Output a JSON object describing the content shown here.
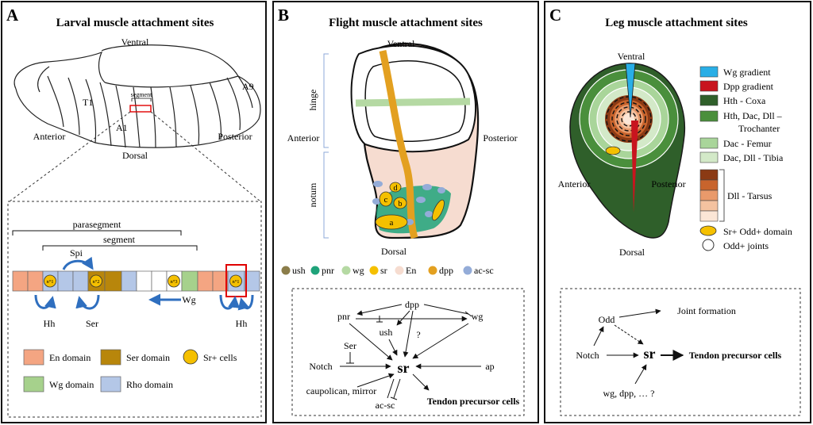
{
  "panelA": {
    "letter": "A",
    "title": "Larval muscle attachment sites",
    "ventral": "Ventral",
    "dorsal": "Dorsal",
    "anterior": "Anterior",
    "posterior": "Posterior",
    "t1": "T1",
    "a1": "A1",
    "a9": "A9",
    "segment_small": "segment",
    "parasegment": "parasegment",
    "segment": "segment",
    "spi": "Spi",
    "hh_left": "Hh",
    "ser": "Ser",
    "wg": "Wg",
    "hh_right": "Hh",
    "cells": [
      "n°1",
      "n°2",
      "n°3",
      "n°1"
    ],
    "legend": [
      "En domain",
      "Ser domain",
      "Sr+ cells",
      "Wg domain",
      "Rho domain"
    ],
    "colors": {
      "en": "#f4a582",
      "ser": "#b8860b",
      "wg": "#a6d18c",
      "rho": "#b4c7e7",
      "sr": "#f5c000",
      "arrow": "#2f6fbf",
      "highlight": "#e00000"
    }
  },
  "panelB": {
    "letter": "B",
    "title": "Flight muscle attachment sites",
    "ventral": "Ventral",
    "dorsal": "Dorsal",
    "anterior": "Anterior",
    "posterior": "Posterior",
    "hinge": "hinge",
    "notum": "notum",
    "sites": [
      "a",
      "b",
      "c",
      "d"
    ],
    "legend": [
      "ush",
      "pnr",
      "wg",
      "sr",
      "En",
      "dpp",
      "ac-sc"
    ],
    "legend_colors": [
      "#8b7d4a",
      "#1fa37a",
      "#b5d9a3",
      "#f5c000",
      "#f6dcd0",
      "#e3a020",
      "#94acd8"
    ],
    "network": {
      "pnr": "pnr",
      "dpp": "dpp",
      "wg": "wg",
      "ush": "ush",
      "question": "?",
      "ser": "Ser",
      "notch": "Notch",
      "sr": "sr",
      "ap": "ap",
      "caupolican": "caupolican, mirror",
      "acsc": "ac-sc",
      "tendon": "Tendon precursor cells"
    }
  },
  "panelC": {
    "letter": "C",
    "title": "Leg muscle attachment sites",
    "ventral": "Ventral",
    "dorsal": "Dorsal",
    "anterior": "Anterior",
    "posterior": "Posterior",
    "legend": [
      "Wg gradient",
      "Dpp gradient",
      "Hth - Coxa",
      "Hth, Dac, Dll –",
      "Trochanter",
      "Dac - Femur",
      "Dac, Dll - Tibia",
      "Dll - Tarsus",
      "Sr+ Odd+ domain",
      "Odd+ joints"
    ],
    "legend_colors": [
      "#29aee6",
      "#c8141e",
      "#2f5f2a",
      "#4a8f3c",
      "#a9d59a",
      "#d3e9c8"
    ],
    "tarsus_colors": [
      "#8b3a14",
      "#c8642d",
      "#e99a6b",
      "#f4c2a0",
      "#fbe6d6"
    ],
    "network": {
      "odd": "Odd",
      "joint": "Joint formation",
      "notch": "Notch",
      "sr": "sr",
      "tendon": "Tendon precursor cells",
      "inputs": "wg, dpp, … ?"
    }
  }
}
